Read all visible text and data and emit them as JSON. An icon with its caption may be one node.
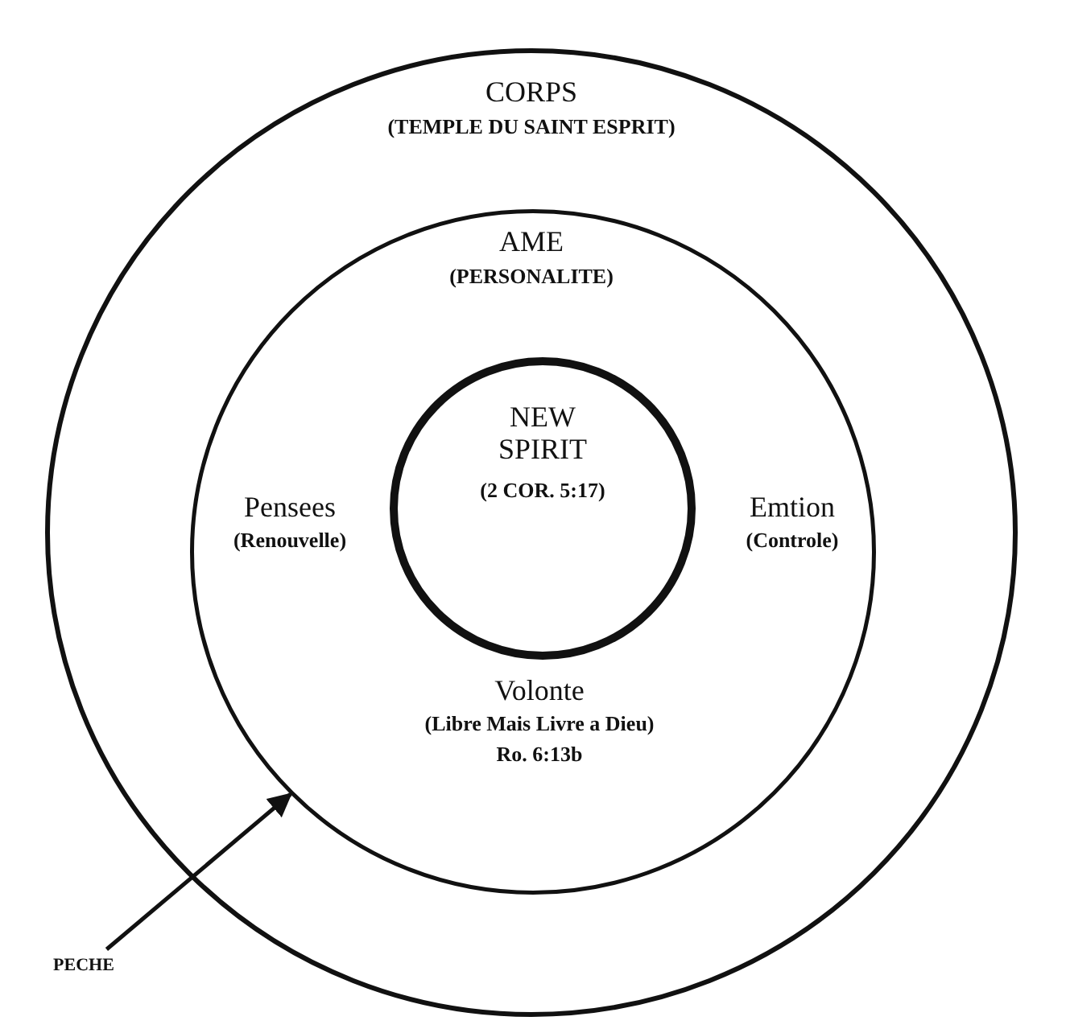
{
  "diagram": {
    "nodes": [
      {
        "text": [
          "CORPS",
          "(TEMPLE DU SAINT ESPRIT)"
        ]
      },
      {
        "text": [
          "AME",
          "(PERSONALITE)",
          "Pensees",
          "(Renouvelle)",
          "Emtion",
          "(Controle)",
          "Volonte",
          "(Libre Mais Livre a Dieu)",
          "Ro. 6:13b"
        ],
        "in": 0
      },
      {
        "text": [
          "NEW SPIRIT",
          "(2 COR. 5:17)"
        ],
        "in": 1
      },
      {
        "text": [
          "PECHE"
        ]
      }
    ],
    "edges": [
      {
        "from": 3,
        "to": 1,
        "arrow": "to"
      }
    ]
  }
}
